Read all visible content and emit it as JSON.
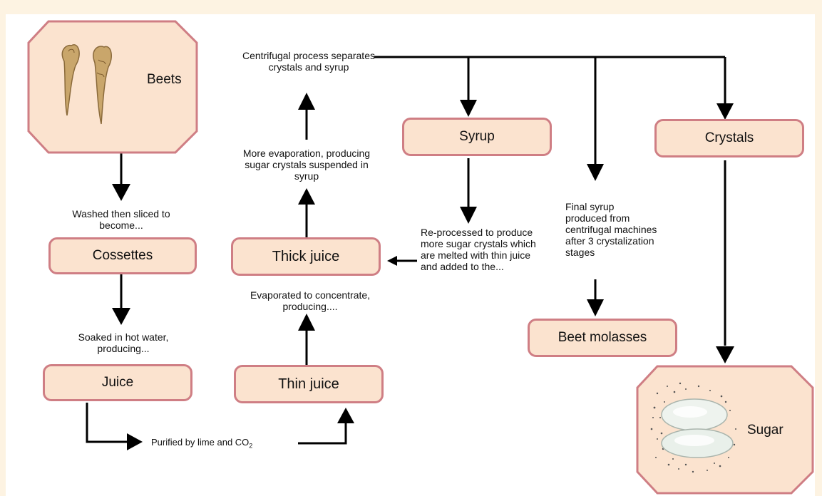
{
  "nodes": {
    "beets": "Beets",
    "cossettes": "Cossettes",
    "juice": "Juice",
    "thin_juice": "Thin juice",
    "thick_juice": "Thick juice",
    "syrup": "Syrup",
    "crystals": "Crystals",
    "beet_molasses": "Beet molasses",
    "sugar": "Sugar"
  },
  "labels": {
    "washed": "Washed then sliced to become...",
    "soaked": "Soaked in hot water, producing...",
    "purified_prefix": "Purified by lime and CO",
    "purified_sub": "2",
    "evaporated": "Evaporated to concentrate, producing....",
    "more_evaporation": "More evaporation, producing sugar crystals suspended in syrup",
    "centrifugal": "Centrifugal process separates crystals and syrup",
    "reprocessed": "Re-processed to produce more sugar crystals which are melted with thin juice and added to the...",
    "final_syrup": "Final syrup produced from centrifugal machines after 3 crystalization stages"
  },
  "colors": {
    "box_fill": "#fbe3cf",
    "box_border": "#cf7e84",
    "background": "#fdf3e2",
    "arrow": "#000000"
  }
}
